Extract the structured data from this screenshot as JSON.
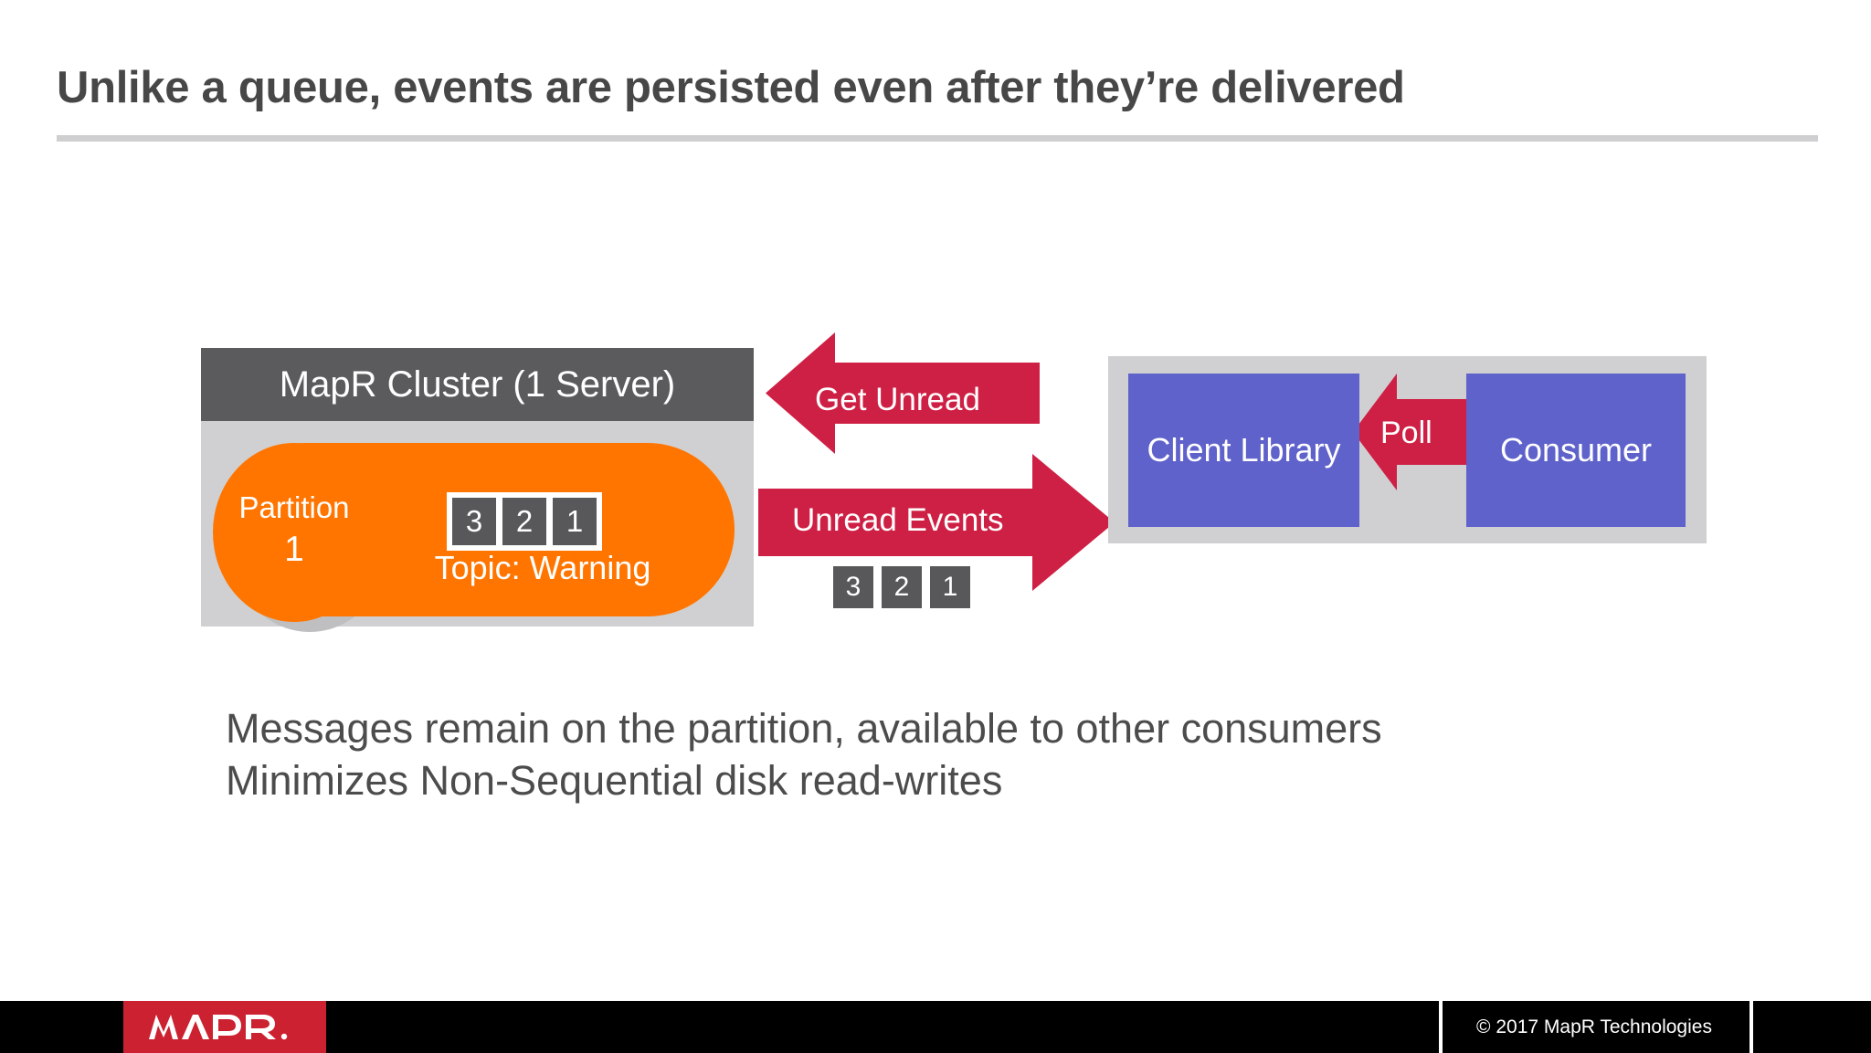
{
  "slide": {
    "title": "Unlike a queue, events are persisted even after they’re delivered"
  },
  "diagram": {
    "cluster": {
      "header_label": "MapR Cluster (1 Server)",
      "partition_label": "Partition",
      "partition_number": "1",
      "topic_label": "Topic: Warning",
      "stored_events": [
        "3",
        "2",
        "1"
      ]
    },
    "arrows": {
      "get_unread_label": "Get Unread",
      "unread_events_label": "Unread Events",
      "poll_label": "Poll",
      "in_flight_events": [
        "3",
        "2",
        "1"
      ],
      "color": "#ce2044"
    },
    "consumer_panel": {
      "client_library_label": "Client Library",
      "consumer_label": "Consumer",
      "box_color": "#5f62ca",
      "panel_color": "#d0d0d2"
    },
    "colors": {
      "cluster_header": "#5b5b5d",
      "cluster_body": "#d0d0d2",
      "partition_orange": "#ff7500",
      "event_box_gray": "#58585a"
    }
  },
  "bullets": [
    "Messages remain on the partition, available to other consumers",
    "Minimizes Non-Sequential disk read-writes"
  ],
  "footer": {
    "logo_text": "MAPR.",
    "copyright": "© 2017 MapR Technologies",
    "logo_bg": "#cc2131",
    "bar_bg": "#000000"
  }
}
